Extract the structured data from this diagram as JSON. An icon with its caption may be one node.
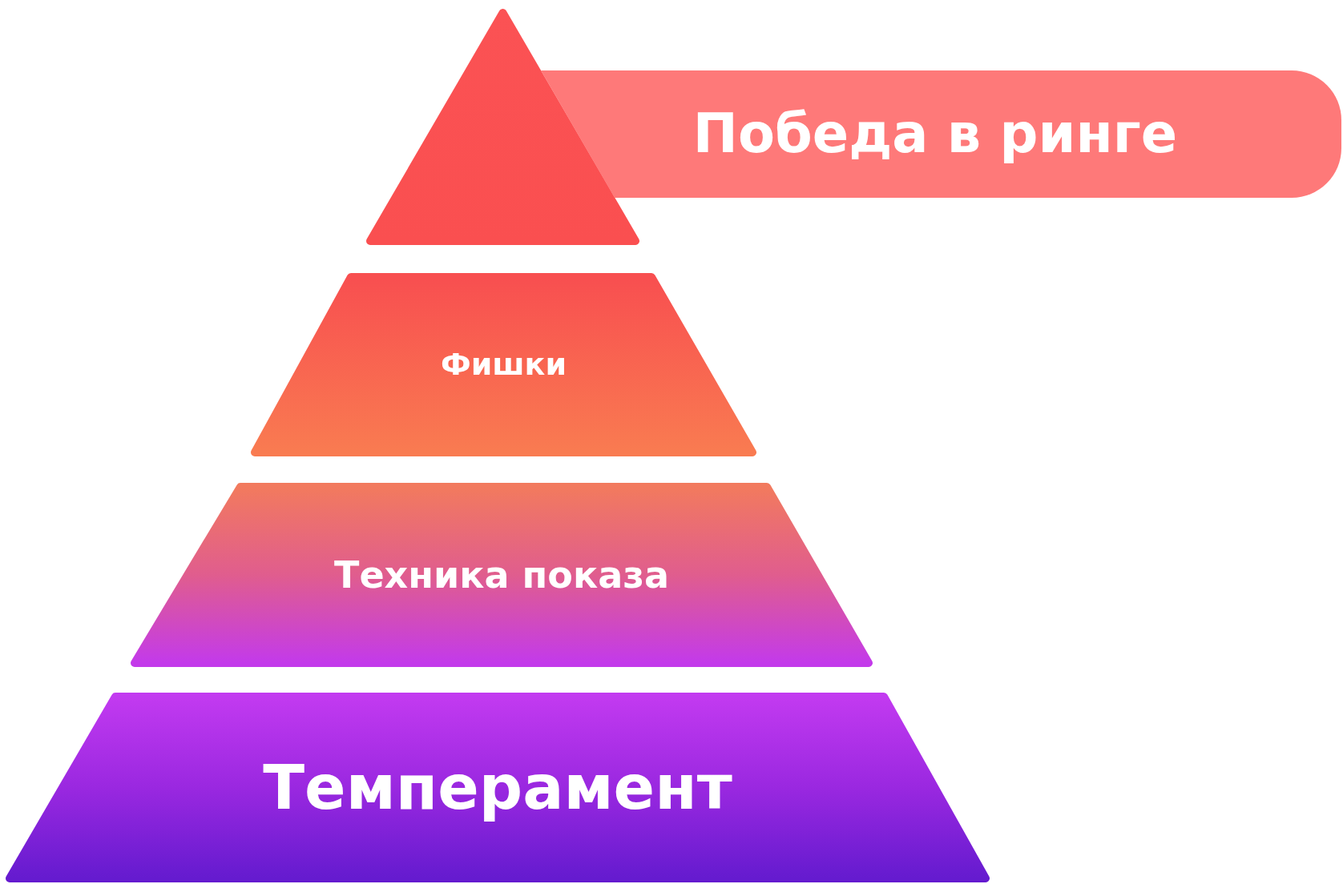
{
  "diagram": {
    "nodes": [
      {
        "text": [],
        "shape": "triangle"
      },
      {
        "text": [
          "Победа в ринге"
        ]
      },
      {
        "text": [
          "Фишки"
        ]
      },
      {
        "text": [
          "Техника показа"
        ]
      },
      {
        "text": [
          "Темперамент"
        ]
      }
    ]
  }
}
